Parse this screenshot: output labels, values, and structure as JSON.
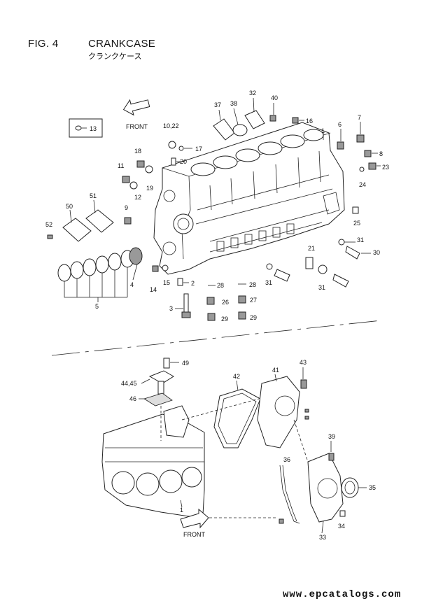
{
  "header": {
    "fig_number": "FIG. 4",
    "title": "CRANKCASE",
    "subtitle": "クランクケース"
  },
  "front_labels": {
    "top": "FRONT",
    "bottom": "FRONT"
  },
  "parts": {
    "p1": "1",
    "p1b": "1",
    "p2": "2",
    "p3": "3",
    "p4": "4",
    "p5": "5",
    "p6": "6",
    "p7": "7",
    "p8": "8",
    "p9": "9",
    "p10_22": "10,22",
    "p11": "11",
    "p12": "12",
    "p13": "13",
    "p14": "14",
    "p15": "15",
    "p16": "16",
    "p17": "17",
    "p18": "18",
    "p19": "19",
    "p20": "20",
    "p21": "21",
    "p23": "23",
    "p24": "24",
    "p25": "25",
    "p26": "26",
    "p27": "27",
    "p28a": "28",
    "p28b": "28",
    "p29a": "29",
    "p29b": "29",
    "p30": "30",
    "p31a": "31",
    "p31b": "31",
    "p31c": "31",
    "p32": "32",
    "p33": "33",
    "p34": "34",
    "p35": "35",
    "p36": "36",
    "p37": "37",
    "p38": "38",
    "p39": "39",
    "p40": "40",
    "p41": "41",
    "p42": "42",
    "p43": "43",
    "p44_45": "44,45",
    "p46": "46",
    "p49": "49",
    "p50": "50",
    "p51": "51",
    "p52": "52"
  },
  "footer": {
    "watermark": "www.epcatalogs.com"
  }
}
